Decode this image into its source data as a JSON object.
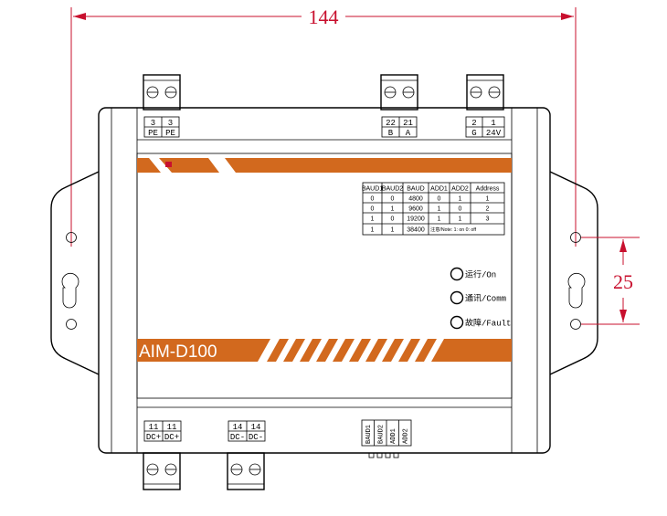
{
  "dimensions": {
    "width": "144",
    "hole_spacing": "25"
  },
  "product": {
    "model": "AIM-D100"
  },
  "top_terminals": [
    {
      "number": "3",
      "label": "PE"
    },
    {
      "number": "3",
      "label": "PE"
    },
    {
      "number": "22",
      "label": "B"
    },
    {
      "number": "21",
      "label": "A"
    },
    {
      "number": "2",
      "label": "G"
    },
    {
      "number": "1",
      "label": "24V"
    }
  ],
  "bottom_terminals": [
    {
      "number": "11",
      "label": "DC+"
    },
    {
      "number": "11",
      "label": "DC+"
    },
    {
      "number": "14",
      "label": "DC-"
    },
    {
      "number": "14",
      "label": "DC-"
    }
  ],
  "dip_switches": [
    "BAUD1",
    "BAUD2",
    "ADD1",
    "ADD2"
  ],
  "setting_table": {
    "headers": [
      "BAUD1",
      "BAUD2",
      "BAUD",
      "ADD1",
      "ADD2",
      "Address"
    ],
    "rows": [
      [
        "0",
        "0",
        "4800",
        "0",
        "1",
        "1"
      ],
      [
        "0",
        "1",
        "9600",
        "1",
        "0",
        "2"
      ],
      [
        "1",
        "0",
        "19200",
        "1",
        "1",
        "3"
      ],
      [
        "1",
        "1",
        "38400"
      ]
    ],
    "note": "注意/Note: 1: on  0: off"
  },
  "indicators": [
    {
      "label": "运行/On"
    },
    {
      "label": "通讯/Comm"
    },
    {
      "label": "故障/Fault"
    }
  ],
  "colors": {
    "accent": "#d2691e",
    "dimension": "#c8102e"
  }
}
